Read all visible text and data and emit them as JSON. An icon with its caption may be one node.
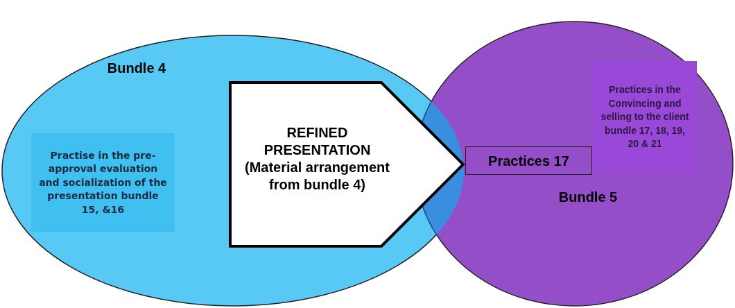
{
  "diagram": {
    "nodes": [
      {
        "text": [
          "Bundle 4"
        ]
      },
      {
        "text": [
          "Practise in the pre-approval evaluation and socialization of the presentation bundle 15, &16"
        ],
        "in": 0
      },
      {
        "text": [
          "REFINED PRESENTATION (Material arrangement from bundle 4)"
        ],
        "in": 0
      },
      {
        "text": [
          "Practices 17"
        ],
        "in": 4
      },
      {
        "text": [
          "Bundle 5"
        ]
      },
      {
        "text": [
          "Practices in the Convincing and selling to the client bundle 17, 18, 19, 20 & 21"
        ],
        "in": 4
      }
    ]
  }
}
